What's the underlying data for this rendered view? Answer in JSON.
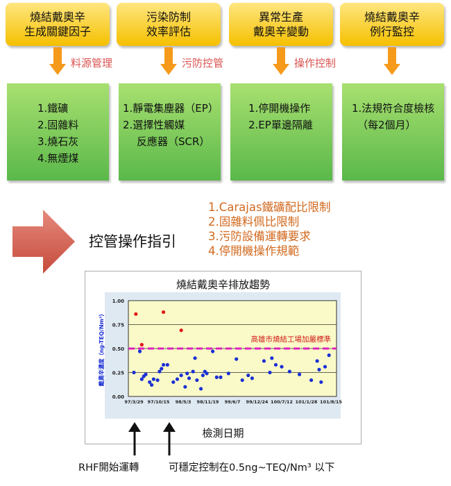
{
  "top_boxes": [
    {
      "line1": "燒結戴奧辛",
      "line2": "生成關鍵因子"
    },
    {
      "line1": "污染防制",
      "line2": "效率評估"
    },
    {
      "line1": "異常生產",
      "line2": "戴奧辛變動"
    },
    {
      "line1": "燒結戴奧辛",
      "line2": "例行監控"
    }
  ],
  "arrow_labels": [
    "料源管理",
    "污防控管",
    "操作控制"
  ],
  "green_boxes": [
    {
      "lines": [
        "1.鐵礦",
        "2.固雜料",
        "3.燒石灰",
        "4.無煙煤"
      ]
    },
    {
      "lines": [
        "1.靜電集塵器（EP）",
        "2.選擇性觸媒",
        "反應器（SCR）"
      ]
    },
    {
      "lines": [
        "1.停開機操作",
        "2.EP單邊隔離"
      ]
    },
    {
      "lines": [
        "1.法規符合度檢核",
        "（每2個月）"
      ]
    }
  ],
  "guide": {
    "title": "控管操作指引",
    "items": [
      "1.Carajas鐵礦配比限制",
      "2.固雜料佩比限制",
      "3.污防設備運轉要求",
      "4.停開機操作規範"
    ]
  },
  "colors": {
    "top_box": "#f5c000",
    "green_box": "#5ab84a",
    "arrow_orange": "#f59a1a",
    "arrow_label": "#d9534f",
    "guide_text": "#d2691e",
    "plot_bg": "#fafac8",
    "blue_point": "#1a2fd4",
    "red_point": "#e01818",
    "limit_line": "#e020c0"
  },
  "chart_data": {
    "type": "scatter",
    "title": "燒結戴奧辛排放趨勢",
    "xlabel": "檢測日期",
    "ylabel": "戴奧辛濃度（ng-TEQ/Nm³）",
    "ylim": [
      0,
      1.0
    ],
    "yticks": [
      "0.00",
      "0.25",
      "0.50",
      "0.75",
      "1.00"
    ],
    "xticks": [
      "97/3/29",
      "97/10/15",
      "98/5/3",
      "98/11/19",
      "99/6/7",
      "99/12/24",
      "100/7/12",
      "101/1/28",
      "101/8/15"
    ],
    "xrange": [
      0,
      100
    ],
    "limit": {
      "value": 0.5,
      "label": "高雄市燒結工場加嚴標準"
    },
    "grid": true,
    "series": [
      {
        "color": "red",
        "points": [
          [
            1,
            0.86
          ],
          [
            4,
            0.54
          ],
          [
            15,
            0.88
          ],
          [
            24,
            0.69
          ]
        ]
      },
      {
        "color": "blue",
        "points": [
          [
            0,
            0.25
          ],
          [
            3,
            0.47
          ],
          [
            4,
            0.18
          ],
          [
            5,
            0.21
          ],
          [
            6,
            0.23
          ],
          [
            8,
            0.15
          ],
          [
            9,
            0.12
          ],
          [
            10,
            0.18
          ],
          [
            12,
            0.17
          ],
          [
            13,
            0.26
          ],
          [
            14,
            0.29
          ],
          [
            15,
            0.33
          ],
          [
            17,
            0.33
          ],
          [
            20,
            0.15
          ],
          [
            22,
            0.18
          ],
          [
            24,
            0.22
          ],
          [
            26,
            0.1
          ],
          [
            27,
            0.24
          ],
          [
            28,
            0.19
          ],
          [
            30,
            0.26
          ],
          [
            31,
            0.4
          ],
          [
            32,
            0.17
          ],
          [
            34,
            0.08
          ],
          [
            35,
            0.22
          ],
          [
            36,
            0.26
          ],
          [
            37,
            0.24
          ],
          [
            40,
            0.47
          ],
          [
            42,
            0.2
          ],
          [
            44,
            0.2
          ],
          [
            48,
            0.24
          ],
          [
            52,
            0.39
          ],
          [
            55,
            0.17
          ],
          [
            58,
            0.22
          ],
          [
            60,
            0.19
          ],
          [
            66,
            0.37
          ],
          [
            69,
            0.25
          ],
          [
            70,
            0.4
          ],
          [
            72,
            0.33
          ],
          [
            75,
            0.31
          ],
          [
            79,
            0.26
          ],
          [
            84,
            0.23
          ],
          [
            90,
            0.17
          ],
          [
            93,
            0.37
          ],
          [
            94,
            0.28
          ],
          [
            95,
            0.15
          ],
          [
            97,
            0.31
          ],
          [
            99,
            0.43
          ]
        ]
      }
    ]
  },
  "bottom_labels": [
    "RHF開始運轉",
    "可穩定控制在0.5ng~TEQ/Nm³ 以下"
  ]
}
